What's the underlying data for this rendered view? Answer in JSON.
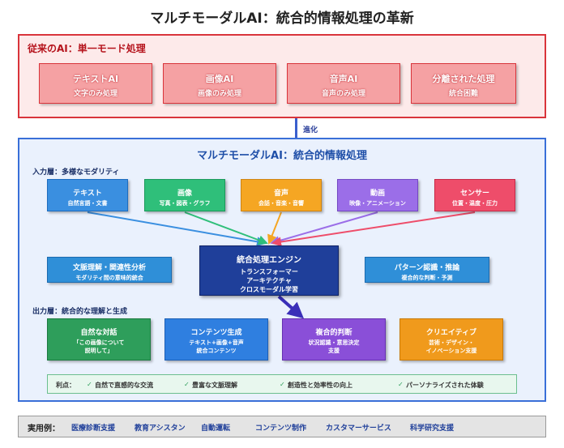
{
  "title": "マルチモーダルAI：統合的情報処理の革新",
  "legacy": {
    "title": "従来のAI：単一モード処理",
    "boxes": [
      {
        "title": "テキストAI",
        "sub": "文字のみ処理"
      },
      {
        "title": "画像AI",
        "sub": "画像のみ処理"
      },
      {
        "title": "音声AI",
        "sub": "音声のみ処理"
      },
      {
        "title": "分離された処理",
        "sub": "統合困難"
      }
    ]
  },
  "evolution_label": "進化",
  "multimodal": {
    "title": "マルチモーダルAI：統合的情報処理",
    "input_label": "入力層：多様なモダリティ",
    "inputs": [
      {
        "title": "テキスト",
        "sub": "自然言語・文書",
        "color": "#3a8fe0"
      },
      {
        "title": "画像",
        "sub": "写真・図表・グラフ",
        "color": "#2fbf7a"
      },
      {
        "title": "音声",
        "sub": "会話・音楽・音響",
        "color": "#f5a623"
      },
      {
        "title": "動画",
        "sub": "映像・アニメーション",
        "color": "#9b6ee8"
      },
      {
        "title": "センサー",
        "sub": "位置・温度・圧力",
        "color": "#ee4d6a"
      }
    ],
    "engine": {
      "title": "統合処理エンジン",
      "lines": [
        "トランスフォーマー",
        "アーキテクチャ",
        "クロスモーダル学習"
      ]
    },
    "side_left": {
      "title": "文脈理解・関連性分析",
      "sub": "モダリティ間の意味的統合"
    },
    "side_right": {
      "title": "パターン認識・推論",
      "sub": "複合的な判断・予測"
    },
    "output_label": "出力層：統合的な理解と生成",
    "outputs": [
      {
        "title": "自然な対話",
        "lines": [
          "「この画像について",
          "説明して」"
        ],
        "color": "#2e9e5b"
      },
      {
        "title": "コンテンツ生成",
        "lines": [
          "テキスト+画像+音声",
          "統合コンテンツ"
        ],
        "color": "#2f7fe0"
      },
      {
        "title": "複合的判断",
        "lines": [
          "状況認識・意思決定",
          "支援"
        ],
        "color": "#8a4fd8"
      },
      {
        "title": "クリエイティブ",
        "lines": [
          "芸術・デザイン・",
          "イノベーション支援"
        ],
        "color": "#f09a1c"
      }
    ],
    "benefits_label": "利点：",
    "benefits": [
      "自然で直感的な交流",
      "豊富な文脈理解",
      "創造性と効率性の向上",
      "パーソナライズされた体験"
    ]
  },
  "examples": {
    "label": "実用例：",
    "items": [
      "医療診断支援",
      "教育アシスタン",
      "自動運転",
      "コンテンツ制作",
      "カスタマーサービス",
      "科学研究支援"
    ]
  }
}
